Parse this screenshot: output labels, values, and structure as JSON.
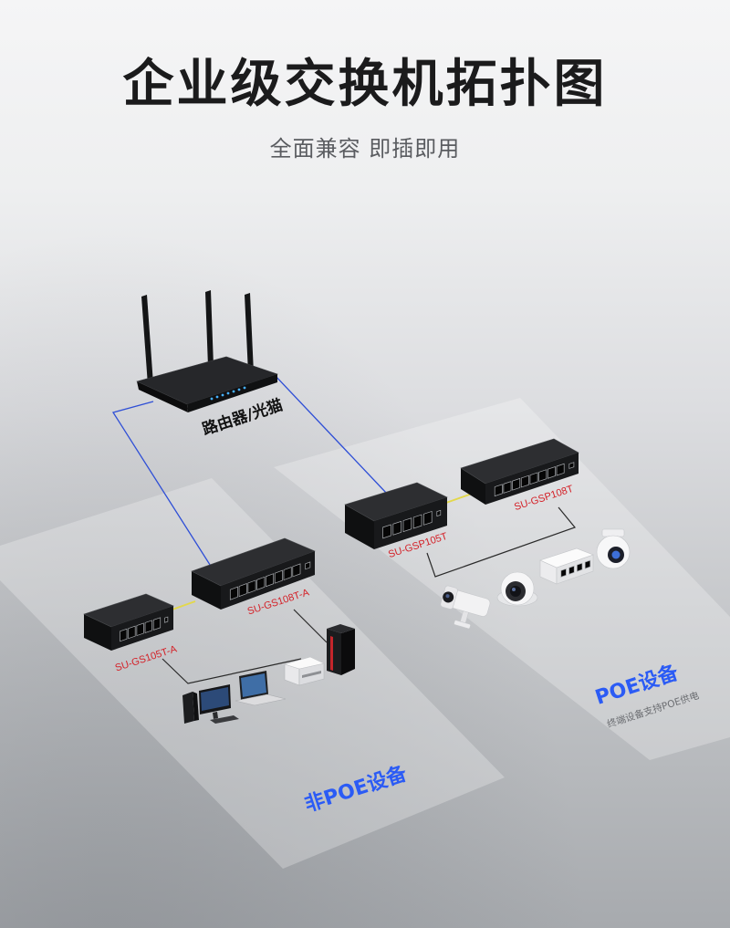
{
  "header": {
    "title": "企业级交换机拓扑图",
    "subtitle": "全面兼容 即插即用"
  },
  "router": {
    "label": "路由器/光猫",
    "icon": "router-icon"
  },
  "non_poe_zone": {
    "label": "非POE设备",
    "switches": [
      {
        "model": "SU-GS105T-A"
      },
      {
        "model": "SU-GS108T-A"
      }
    ],
    "devices": [
      "desktop-computer-icon",
      "laptop-icon",
      "printer-icon",
      "tower-pc-icon"
    ]
  },
  "poe_zone": {
    "label": "POE设备",
    "note": "终端设备支持POE供电",
    "switches": [
      {
        "model": "SU-GSP105T"
      },
      {
        "model": "SU-GSP108T"
      }
    ],
    "devices": [
      "bullet-camera-icon",
      "dome-camera-icon",
      "poe-access-point-icon",
      "ptz-camera-icon"
    ]
  },
  "colors": {
    "title": "#1b1b1c",
    "subtitle": "#5a5c60",
    "zone_label": "#2b5bf5",
    "model_label": "#d42027",
    "uplink": "#2f4fd6",
    "cascade_link": "#e3d84a",
    "device_link": "#2a2a2a"
  }
}
